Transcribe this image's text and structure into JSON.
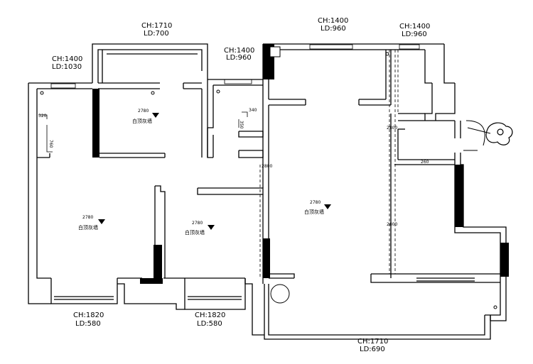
{
  "windows": [
    {
      "ch": "CH:1710",
      "ld": "LD:700"
    },
    {
      "ch": "CH:1400",
      "ld": "LD:1030"
    },
    {
      "ch": "CH:1400",
      "ld": "LD:960"
    },
    {
      "ch": "CH:1400",
      "ld": "LD:960"
    },
    {
      "ch": "CH:1400",
      "ld": "LD:960"
    },
    {
      "ch": "CH:1820",
      "ld": "LD:580"
    },
    {
      "ch": "CH:1820",
      "ld": "LD:580"
    },
    {
      "ch": "CH:1710",
      "ld": "LD:690"
    }
  ],
  "rooms": [
    {
      "height": "2780",
      "note": "白顶灰墙"
    },
    {
      "height": "2780",
      "note": "白顶灰墙"
    },
    {
      "height": "2780",
      "note": "白顶灰墙"
    },
    {
      "height": "2780",
      "note": "白顶灰墙"
    }
  ],
  "dims": {
    "d320": "320",
    "d760": "760",
    "d340": "340",
    "d350": "350",
    "d260": "260",
    "h_a": "2800",
    "h_b": "2800",
    "h_c": "2800"
  }
}
